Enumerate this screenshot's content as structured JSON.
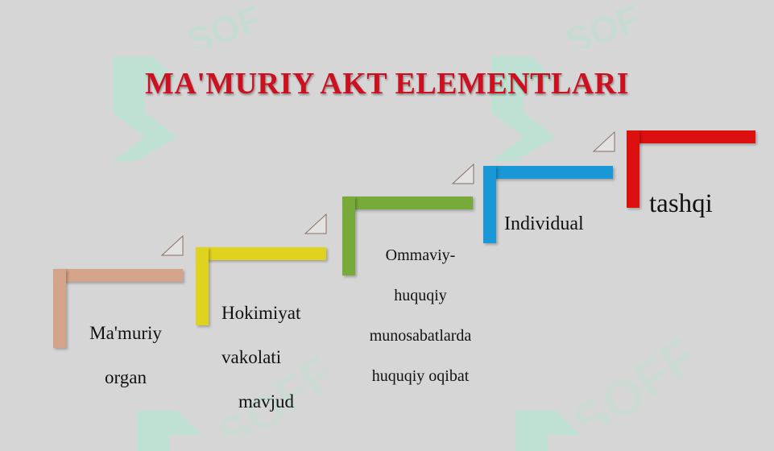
{
  "title": "MA'MURIY AKT ELEMENTLARI",
  "colors": {
    "title": "#cc1020",
    "step1": "#d4a48a",
    "step2": "#e0d31e",
    "step3": "#78aa3a",
    "step4": "#1a97d6",
    "step5": "#dd1010",
    "watermark": "#a8ecd2"
  },
  "steps": [
    {
      "lines": [
        "Ma'muriy",
        "organ"
      ]
    },
    {
      "lines": [
        "Hokimiyat",
        "vakolati",
        "mavjud"
      ]
    },
    {
      "lines": [
        "Ommaviy-",
        "huquqiy",
        "munosabatlarda",
        "huquqiy oqibat"
      ]
    },
    {
      "lines": [
        "Individual"
      ]
    },
    {
      "lines": [
        "tashqi"
      ]
    }
  ]
}
